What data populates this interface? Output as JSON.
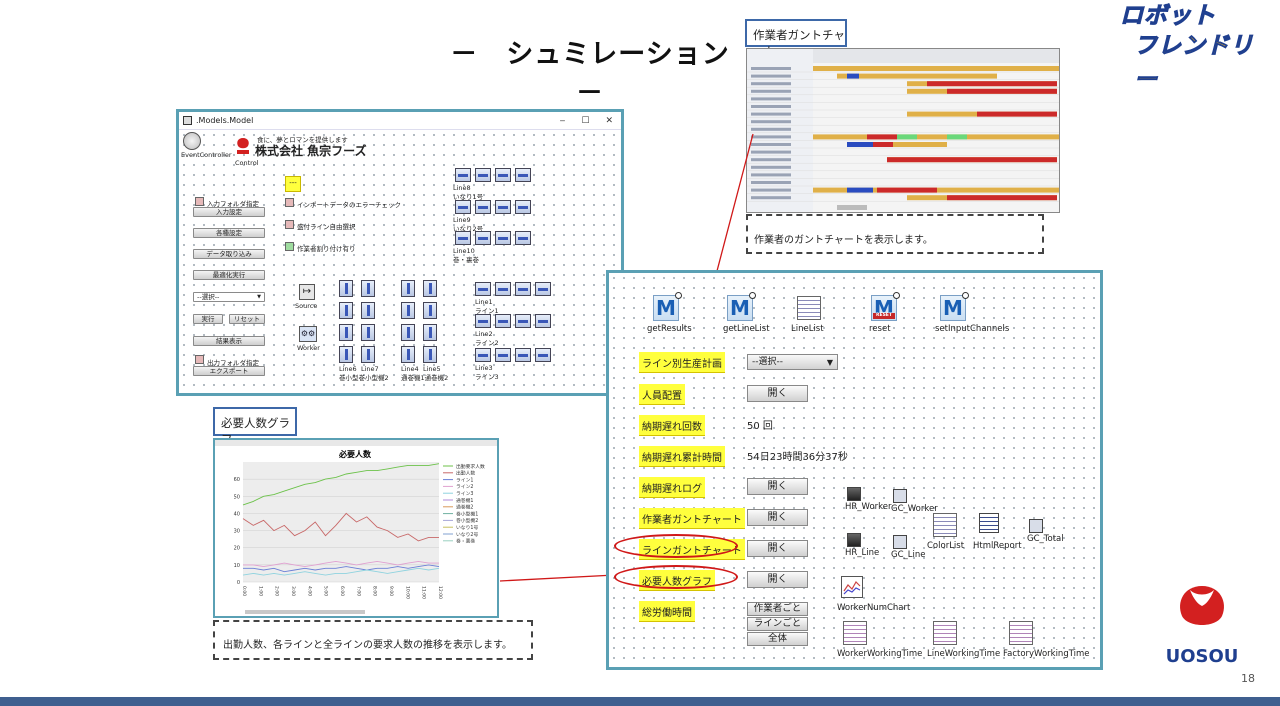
{
  "slide": {
    "title": "－　シュミレーション　－",
    "page_number": "18",
    "brand_line1": "ロボット",
    "brand_line2": "フレンドリー",
    "company_logo_text": "UOSOU"
  },
  "model_window": {
    "title": ".Models.Model",
    "event_controller": "EventController",
    "tagline": "食に、夢とロマンを提供します",
    "company": "株式会社 魚宗フーズ",
    "control_label": "Control",
    "buttons": {
      "input_folder": "入力フォルダ指定",
      "input_settings": "入力設定",
      "settings": "各種設定",
      "data_read": "データ取り込み",
      "optimize": "最適化実行",
      "select": "--選択--",
      "run": "実行",
      "reset": "リセット",
      "show_results": "結果表示",
      "output_folder": "出力フォルダ指定",
      "export": "エクスポート"
    },
    "yellow_box": "---",
    "checks": {
      "import_check": "インポートデータのエラーチェック",
      "line_free": "盛付ライン自由選択",
      "worker_assign": "作業者割り付け有り"
    },
    "source": "Source",
    "worker": "Worker",
    "lines": {
      "line8": "Line8",
      "line8_sub": "いなり1号",
      "line9": "Line9",
      "line9_sub": "いなり2号",
      "line10": "Line10",
      "line10_sub": "巻・裏巻",
      "line6": "Line6",
      "line7": "Line7",
      "line67_sub": "巻小型巻小型機2",
      "line4": "Line4",
      "line5": "Line5",
      "line45_sub": "通巻機1通巻機2",
      "line1": "Line1",
      "line1_sub": "ライン1",
      "line2": "Line2",
      "line2_sub": "ライン2",
      "line3": "Line3",
      "line3_sub": "ライン3"
    }
  },
  "gantt": {
    "label": "作業者ガントチャート",
    "caption": "作業者のガントチャートを表示します。"
  },
  "graph": {
    "label": "必要人数グラフ",
    "chart_title": "必要人数",
    "caption": "出勤人数、各ラインと全ラインの要求人数の推移を表示します。",
    "y_ticks": [
      "0",
      "10",
      "20",
      "30",
      "40",
      "50",
      "60"
    ],
    "x_ticks": [
      "0:00",
      "1:00",
      "2:00",
      "3:00",
      "4:00",
      "5:00",
      "6:00",
      "7:00",
      "8:00",
      "9:00",
      "10:00",
      "11:00",
      "12:00"
    ],
    "legend": [
      "出勤要求人数",
      "出勤人数",
      "ライン1",
      "ライン2",
      "ライン3",
      "通巻機1",
      "通巻機2",
      "巻小型機1",
      "巻小型機2",
      "いなり1号",
      "いなり2号",
      "巻・裏巻"
    ],
    "colors": {
      "green": "#6cc24a",
      "red": "#c86868",
      "blue": "#6a7fd6",
      "pink": "#e0a0d0",
      "cyan": "#8fd3df"
    }
  },
  "panel": {
    "icons": {
      "getResults": "getResults",
      "getLineList": "getLineList",
      "LineList": "LineList",
      "reset": "reset",
      "setInputChannels": "setInputChannels",
      "reset_badge": "RESET"
    },
    "rows": {
      "plan": "ライン別生産計画",
      "staff": "人員配置",
      "late_count": "納期遅れ回数",
      "late_time": "納期遅れ累計時間",
      "late_log": "納期遅れログ",
      "worker_gantt": "作業者ガントチャート",
      "line_gantt": "ラインガントチャート",
      "graph": "必要人数グラフ",
      "total_work": "総労働時間"
    },
    "select_value": "--選択--",
    "open": "開く",
    "late_count_value": "50 回",
    "late_time_value": "54日23時間36分37秒",
    "work_buttons": [
      "作業者ごと",
      "ラインごと",
      "全体"
    ],
    "objects": {
      "HR_Worker": "HR_Worker",
      "GC_Worker": "GC_Worker",
      "HR_Line": "HR_Line",
      "GC_Line": "GC_Line",
      "ColorList": "ColorList",
      "HtmlReport": "HtmlReport",
      "GC_Total": "GC_Total",
      "WorkerNumChart": "WorkerNumChart",
      "WorkerWorkingTime": "WorkerWorkingTime",
      "LineWorkingTime": "LineWorkingTime",
      "FactoryWorkingTime": "FactoryWorkingTime"
    }
  }
}
